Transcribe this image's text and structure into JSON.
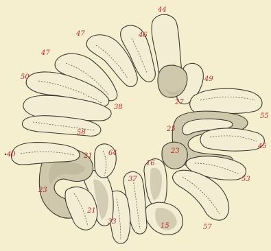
{
  "figure": {
    "labels": [
      {
        "key": "44",
        "text": "44"
      },
      {
        "key": "47a",
        "text": "47"
      },
      {
        "key": "46",
        "text": "46"
      },
      {
        "key": "47b",
        "text": "47"
      },
      {
        "key": "50",
        "text": "50"
      },
      {
        "key": "49",
        "text": "49"
      },
      {
        "key": "27",
        "text": "27"
      },
      {
        "key": "38",
        "text": "38"
      },
      {
        "key": "55",
        "text": "55"
      },
      {
        "key": "58",
        "text": "58"
      },
      {
        "key": "25",
        "text": "25"
      },
      {
        "key": "45",
        "text": "45"
      },
      {
        "key": "40",
        "text": "40"
      },
      {
        "key": "21a",
        "text": "21"
      },
      {
        "key": "64",
        "text": "64"
      },
      {
        "key": "23a",
        "text": "23"
      },
      {
        "key": "16",
        "text": "16"
      },
      {
        "key": "53",
        "text": "53"
      },
      {
        "key": "23b",
        "text": "23"
      },
      {
        "key": "37",
        "text": "37"
      },
      {
        "key": "21b",
        "text": "21"
      },
      {
        "key": "33",
        "text": "33"
      },
      {
        "key": "15",
        "text": "15"
      },
      {
        "key": "57",
        "text": "57"
      }
    ]
  }
}
